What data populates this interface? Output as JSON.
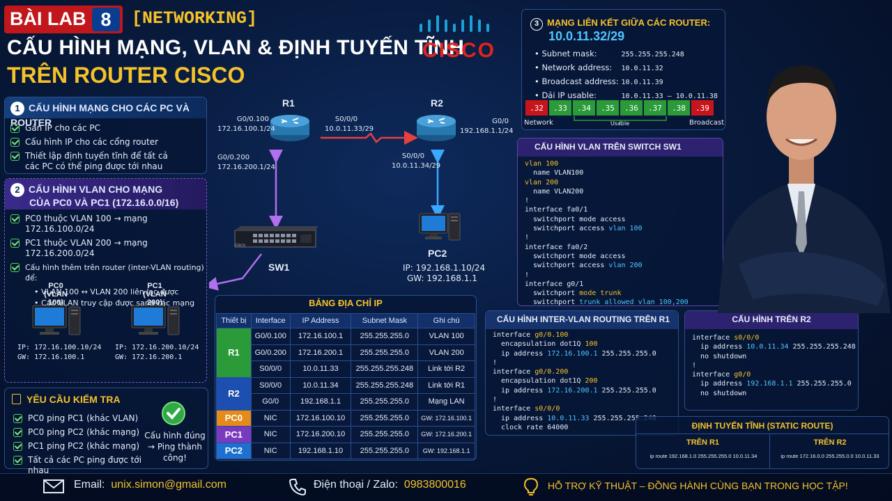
{
  "header": {
    "lab": "BÀI LAB",
    "lab_number": "8",
    "tag": "[NETWORKING]",
    "title_line1": "CẤU HÌNH MẠNG, VLAN & ĐỊNH TUYẾN TĨNH",
    "title_line2": "TRÊN ROUTER CISCO",
    "logo_text": "CISCO"
  },
  "section1": {
    "num": "1",
    "title": "CẤU HÌNH MẠNG CHO CÁC PC VÀ ROUTER",
    "items": [
      "Gán IP cho các PC",
      "Cấu hình IP cho các cổng router",
      "Thiết lập định tuyến tĩnh để tất cả các PC có thể ping được tới nhau"
    ]
  },
  "section2": {
    "num": "2",
    "title_line1": "CẤU HÌNH VLAN CHO MẠNG",
    "title_line2": "CỦA PC0 VÀ PC1 (172.16.0.0/16)",
    "items": [
      "PC0 thuộc VLAN 100 → mạng 172.16.100.0/24",
      "PC1 thuộc VLAN 200 → mạng 172.16.200.0/24",
      "Cấu hình thêm trên router (inter-VLAN routing) để:"
    ],
    "bullets": [
      "VLAN 100 ↔ VLAN 200 liên lạc được",
      "Các VLAN truy cập được sang các mạng khác"
    ],
    "pc0": {
      "name": "PC0",
      "vlan": "(VLAN 100)",
      "ip": "IP: 172.16.100.10/24",
      "gw": "GW: 172.16.100.1"
    },
    "pc1": {
      "name": "PC1",
      "vlan": "(VLAN 200)",
      "ip": "IP: 172.16.200.10/24",
      "gw": "GW: 172.16.200.1"
    }
  },
  "checks": {
    "title": "YÊU CẦU KIỂM TRA",
    "items": [
      "PC0 ping PC1 (khác VLAN)",
      "PC0 ping PC2 (khác mạng)",
      "PC1 ping PC2 (khác mạng)",
      "Tất cả các PC ping được tới nhau"
    ],
    "note_line1": "Cấu hình đúng",
    "note_line2": "→ Ping thành",
    "note_line3": "công!"
  },
  "topology": {
    "r1": "R1",
    "r2": "R2",
    "sw1": "SW1",
    "pc2": "PC2",
    "r1_g0100": "G0/0.100",
    "r1_g0100_ip": "172.16.100.1/24",
    "r1_g0200": "G0/0.200",
    "r1_g0200_ip": "172.16.200.1/24",
    "r1_s000": "S0/0/0",
    "r1_s000_ip": "10.0.11.33/29",
    "r2_s000": "S0/0/0",
    "r2_s000_ip": "10.0.11.34/29",
    "r2_g00": "G0/0",
    "r2_g00_ip": "192.168.1.1/24",
    "pc2_ip": "IP: 192.168.1.10/24",
    "pc2_gw": "GW: 192.168.1.1",
    "switch_brand": "cisco"
  },
  "ip_table": {
    "title": "BẢNG ĐỊA CHỈ IP",
    "headers": [
      "Thiết bị",
      "Interface",
      "IP Address",
      "Subnet Mask",
      "Ghi chú"
    ],
    "rows": [
      [
        "R1",
        "G0/0.100",
        "172.16.100.1",
        "255.255.255.0",
        "VLAN 100"
      ],
      [
        "",
        "G0/0.200",
        "172.16.200.1",
        "255.255.255.0",
        "VLAN 200"
      ],
      [
        "",
        "S0/0/0",
        "10.0.11.33",
        "255.255.255.248",
        "Link tới R2"
      ],
      [
        "R2",
        "S0/0/0",
        "10.0.11.34",
        "255.255.255.248",
        "Link tới R1"
      ],
      [
        "",
        "G0/0",
        "192.168.1.1",
        "255.255.255.0",
        "Mạng LAN"
      ],
      [
        "PC0",
        "NIC",
        "172.16.100.10",
        "255.255.255.0",
        "GW: 172.16.100.1"
      ],
      [
        "PC1",
        "NIC",
        "172.16.200.10",
        "255.255.255.0",
        "GW: 172.16.200.1"
      ],
      [
        "PC2",
        "NIC",
        "192.168.1.10",
        "255.255.255.0",
        "GW: 192.168.1.1"
      ]
    ]
  },
  "section3": {
    "num": "3",
    "title": "MẠNG LIÊN KẾT GIỮA CÁC ROUTER:",
    "network": "10.0.11.32/29",
    "rows": [
      {
        "k": "Subnet mask:",
        "v": "255.255.255.248"
      },
      {
        "k": "Network address:",
        "v": "10.0.11.32"
      },
      {
        "k": "Broadcast address:",
        "v": "10.0.11.39"
      },
      {
        "k": "Dải IP usable:",
        "v": "10.0.11.33 – 10.0.11.38"
      }
    ],
    "cells": [
      ".32",
      ".33",
      ".34",
      ".35",
      ".36",
      ".37",
      ".38",
      ".39"
    ],
    "label_network": "Network",
    "label_usable": "Usable",
    "label_broadcast": "Broadcast"
  },
  "sw1_config": {
    "title": "CẤU HÌNH VLAN TRÊN SWITCH SW1"
  },
  "r1_config": {
    "title": "CẤU HÌNH INTER-VLAN ROUTING TRÊN R1"
  },
  "r2_config": {
    "title": "CẤU HÌNH TRÊN R2"
  },
  "static_route": {
    "title": "ĐỊNH TUYẾN TĨNH (STATIC ROUTE)",
    "r1_label": "TRÊN R1",
    "r2_label": "TRÊN R2",
    "r1_cmd": "ip route 192.168.1.0 255.255.255.0 10.0.11.34",
    "r2_cmd": "ip route 172.16.0.0 255.255.0.0 10.0.11.33"
  },
  "footer": {
    "email_label": "Email:",
    "email": "unix.simon@gmail.com",
    "phone_label": "Điện thoại / Zalo:",
    "phone": "0983800016",
    "slogan": "HỖ TRỢ KỸ THUẬT – ĐỒNG HÀNH CÙNG BẠN TRONG HỌC TẬP!"
  },
  "colors": {
    "accent_yellow": "#f5c22a",
    "cisco_red": "#e2231a",
    "green": "#2b9b3a",
    "purple": "#7a3ac0"
  }
}
